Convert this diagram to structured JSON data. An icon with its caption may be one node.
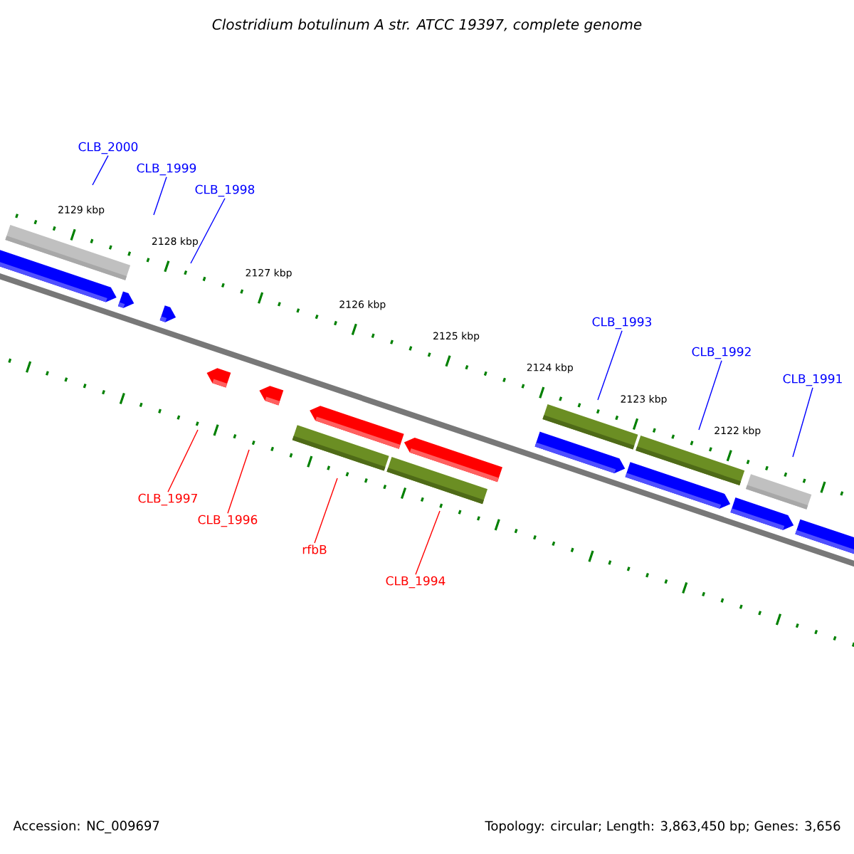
{
  "diagram": {
    "title": "Clostridium botulinum A str. ATCC 19397, complete genome",
    "nodes": [
      {
        "text": [
          "CLB_2000"
        ]
      },
      {
        "text": [
          "CLB_1999"
        ]
      },
      {
        "text": [
          "CLB_1998"
        ]
      },
      {
        "text": [
          "CLB_1993"
        ]
      },
      {
        "text": [
          "CLB_1992"
        ]
      },
      {
        "text": [
          "CLB_1991"
        ]
      },
      {
        "text": [
          "CLB_1997"
        ]
      },
      {
        "text": [
          "CLB_1996"
        ]
      },
      {
        "text": [
          "rfbB"
        ]
      },
      {
        "text": [
          "CLB_1994"
        ]
      }
    ],
    "edges": [
      {
        "from": 0,
        "to": null,
        "arrow": "none",
        "color": "#0000ff"
      },
      {
        "from": 1,
        "to": null,
        "arrow": "none",
        "color": "#0000ff"
      },
      {
        "from": 2,
        "to": null,
        "arrow": "none",
        "color": "#0000ff"
      },
      {
        "from": 3,
        "to": null,
        "arrow": "none",
        "color": "#0000ff"
      },
      {
        "from": 4,
        "to": null,
        "arrow": "none",
        "color": "#0000ff"
      },
      {
        "from": 5,
        "to": null,
        "arrow": "none",
        "color": "#0000ff"
      },
      {
        "from": 6,
        "to": null,
        "arrow": "none",
        "color": "#ff0000"
      },
      {
        "from": 7,
        "to": null,
        "arrow": "none",
        "color": "#ff0000"
      },
      {
        "from": 8,
        "to": null,
        "arrow": "none",
        "color": "#ff0000"
      },
      {
        "from": 9,
        "to": null,
        "arrow": "none",
        "color": "#ff0000"
      }
    ],
    "labels": [
      "2129 kbp",
      "2128 kbp",
      "2127 kbp",
      "2126 kbp",
      "2125 kbp",
      "2124 kbp",
      "2123 kbp",
      "2122 kbp",
      "Accession: NC_009697",
      "Topology: circular; Length: 3,863,450 bp; Genes: 3,656"
    ]
  }
}
